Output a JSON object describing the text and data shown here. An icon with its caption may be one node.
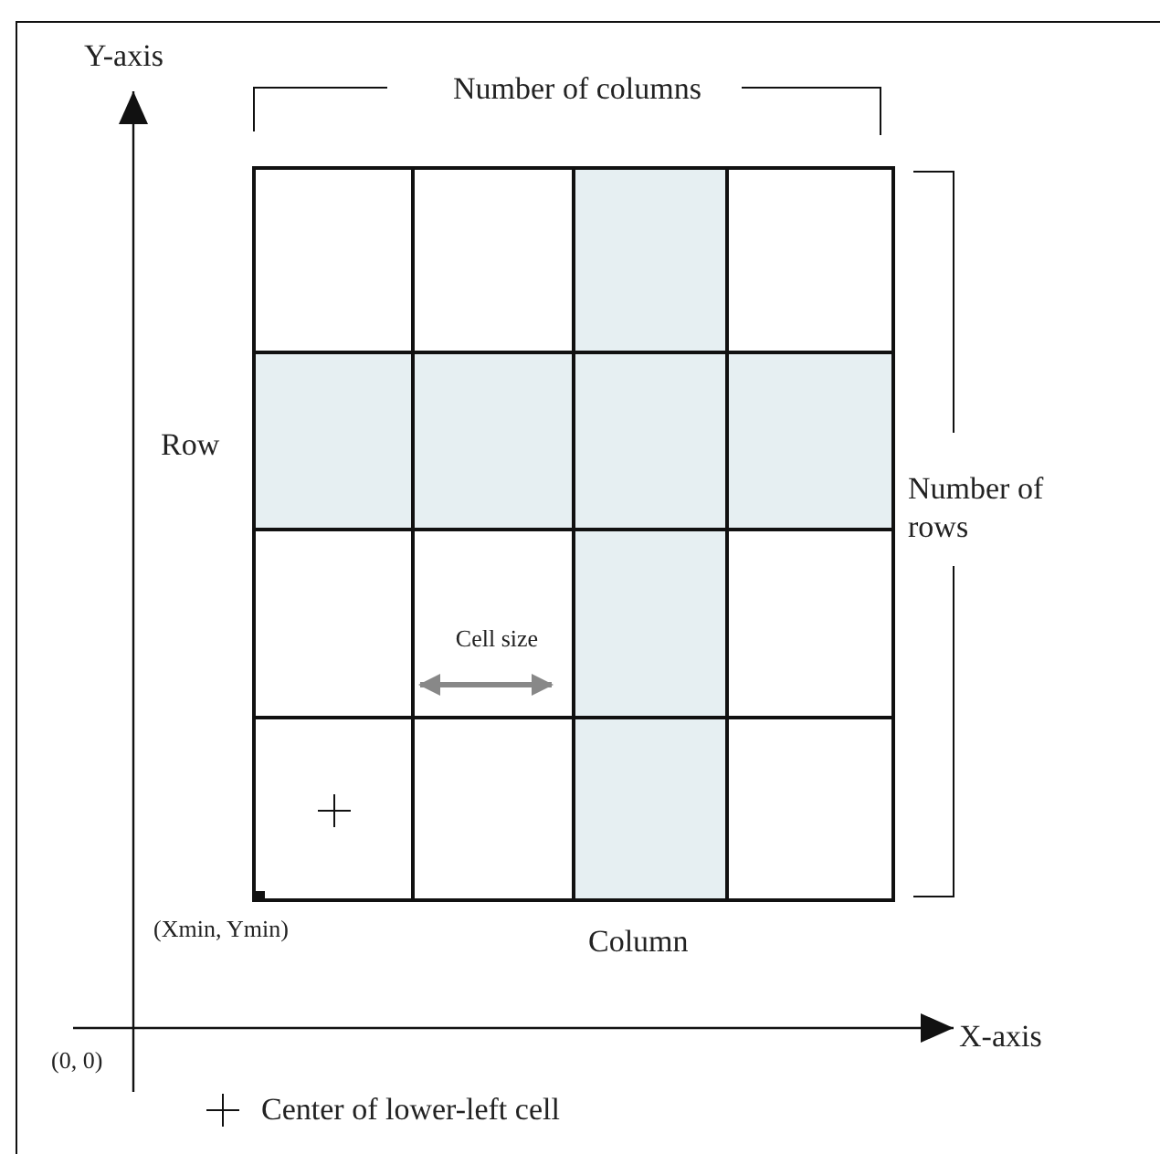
{
  "diagram": {
    "labels": [
      "Y-axis",
      "Number of columns",
      "Row",
      "Number of rows",
      "Cell size",
      "(Xmin, Ymin)",
      "Column",
      "X-axis",
      "(0, 0)"
    ],
    "legend": [
      {
        "text": "Center of lower-left cell"
      }
    ]
  }
}
